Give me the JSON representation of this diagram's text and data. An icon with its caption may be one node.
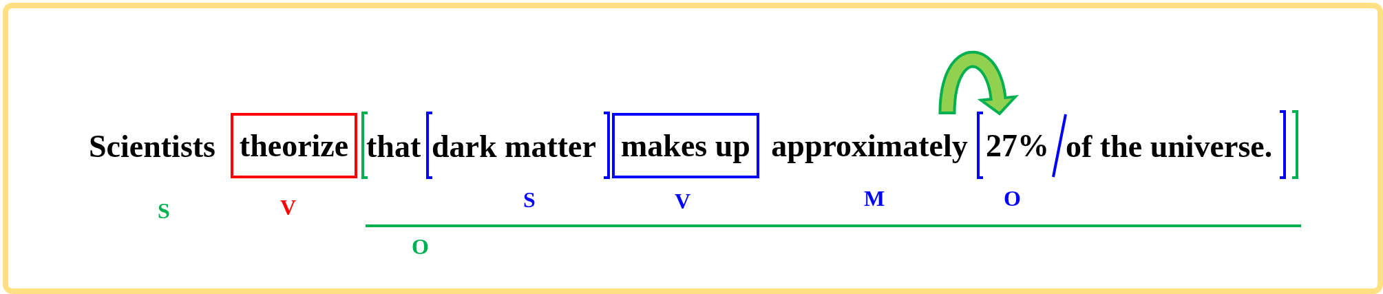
{
  "diagram": {
    "nodes": [
      {
        "text": [
          "theorize"
        ]
      },
      {
        "text": [
          "makes up"
        ]
      },
      {
        "text": [
          "approximately"
        ]
      },
      {
        "text": [
          "27%"
        ]
      }
    ],
    "edges": [
      {
        "from": 2,
        "to": 3,
        "arrow": "to"
      }
    ],
    "labels": [
      "Scientists",
      "that",
      "dark matter",
      "of the universe.",
      "S",
      "V",
      "S",
      "V",
      "M",
      "O",
      "O"
    ]
  }
}
